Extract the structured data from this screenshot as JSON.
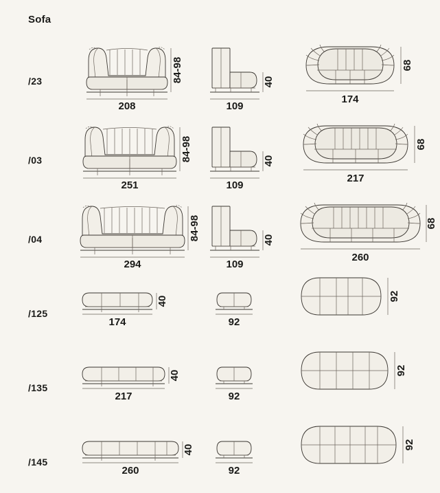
{
  "page": {
    "title": "Sofa",
    "background_color": "#f7f5f0",
    "line_color": "#3a3631",
    "text_color": "#1a1a18"
  },
  "drawing_info": {
    "type": "technical-dimension-table",
    "views_per_row": [
      "front-elevation",
      "side-elevation",
      "top-plan"
    ],
    "units": "cm"
  },
  "rows": [
    {
      "code": "/23",
      "kind": "sofa",
      "front": {
        "width": "208",
        "height": "84-98"
      },
      "side": {
        "width": "109",
        "height": "40"
      },
      "top": {
        "width": "174",
        "depth": "68"
      }
    },
    {
      "code": "/03",
      "kind": "sofa",
      "front": {
        "width": "251",
        "height": "84-98"
      },
      "side": {
        "width": "109",
        "height": "40"
      },
      "top": {
        "width": "217",
        "depth": "68"
      }
    },
    {
      "code": "/04",
      "kind": "sofa",
      "front": {
        "width": "294",
        "height": "84-98"
      },
      "side": {
        "width": "109",
        "height": "40"
      },
      "top": {
        "width": "260",
        "depth": "68"
      }
    },
    {
      "code": "/125",
      "kind": "pouf",
      "front": {
        "width": "174",
        "height": "40"
      },
      "side": {
        "width": "92",
        "height": ""
      },
      "top": {
        "width": "",
        "depth": "92"
      }
    },
    {
      "code": "/135",
      "kind": "pouf",
      "front": {
        "width": "217",
        "height": "40"
      },
      "side": {
        "width": "92",
        "height": ""
      },
      "top": {
        "width": "",
        "depth": "92"
      }
    },
    {
      "code": "/145",
      "kind": "pouf",
      "front": {
        "width": "260",
        "height": "40"
      },
      "side": {
        "width": "92",
        "height": ""
      },
      "top": {
        "width": "",
        "depth": "92"
      }
    }
  ]
}
